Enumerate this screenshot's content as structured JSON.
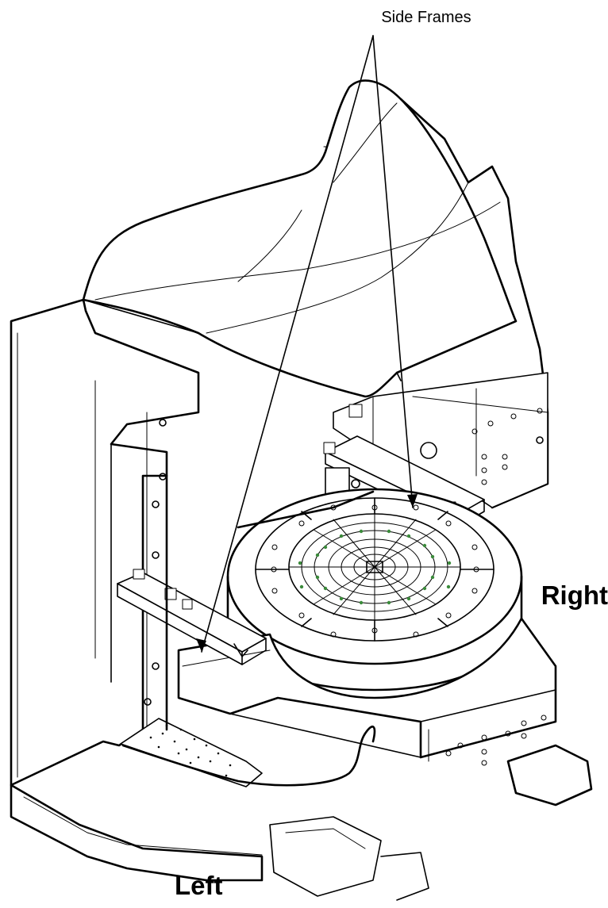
{
  "labels": {
    "top": "Side Frames",
    "right": "Right",
    "left": "Left"
  },
  "colors": {
    "line": "#000000",
    "background": "#ffffff",
    "accent_dots": "#3a8a3a"
  }
}
